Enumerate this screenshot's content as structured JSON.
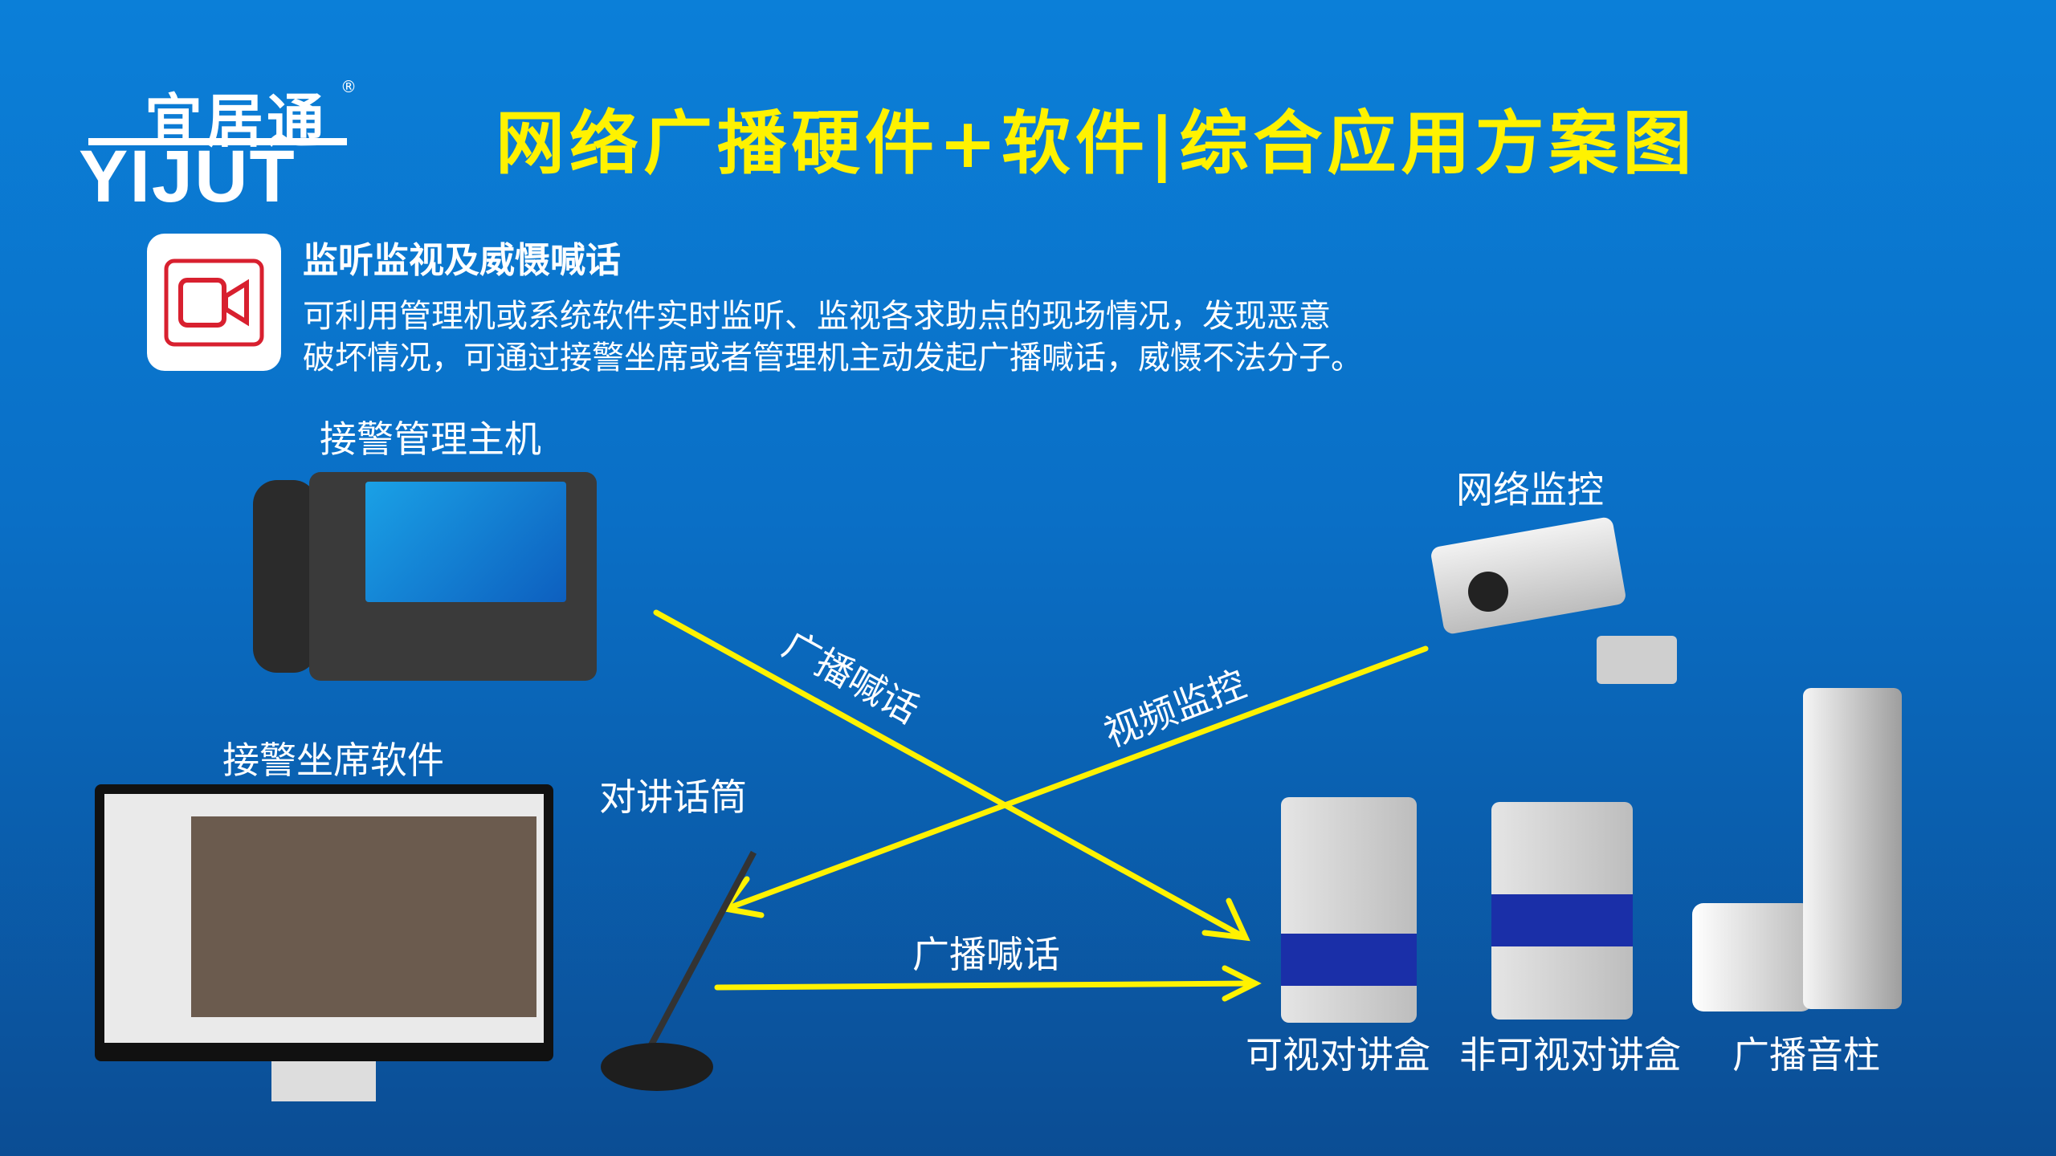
{
  "logo": {
    "cn": "宜居通",
    "en": "YIJUT",
    "reg": "®"
  },
  "title": "网络广播硬件+软件|综合应用方案图",
  "feature": {
    "icon": "video-camera-icon",
    "heading": "监听监视及威慑喊话",
    "lines": [
      "可利用管理机或系统软件实时监听、监视各求助点的现场情况，发现恶意",
      "破坏情况，可通过接警坐席或者管理机主动发起广播喊话，威慑不法分子。"
    ]
  },
  "devices": {
    "host": "接警管理主机",
    "camera": "网络监控",
    "software": "接警坐席软件",
    "mic": "对讲话筒",
    "video_intercom": "可视对讲盒",
    "audio_intercom": "非可视对讲盒",
    "column_speaker": "广播音柱"
  },
  "flows": {
    "broadcast1": "广播喊话",
    "video": "视频监控",
    "broadcast2": "广播喊话"
  },
  "colors": {
    "title": "#fff200",
    "arrow": "#fff200",
    "icon": "#d8202f"
  }
}
